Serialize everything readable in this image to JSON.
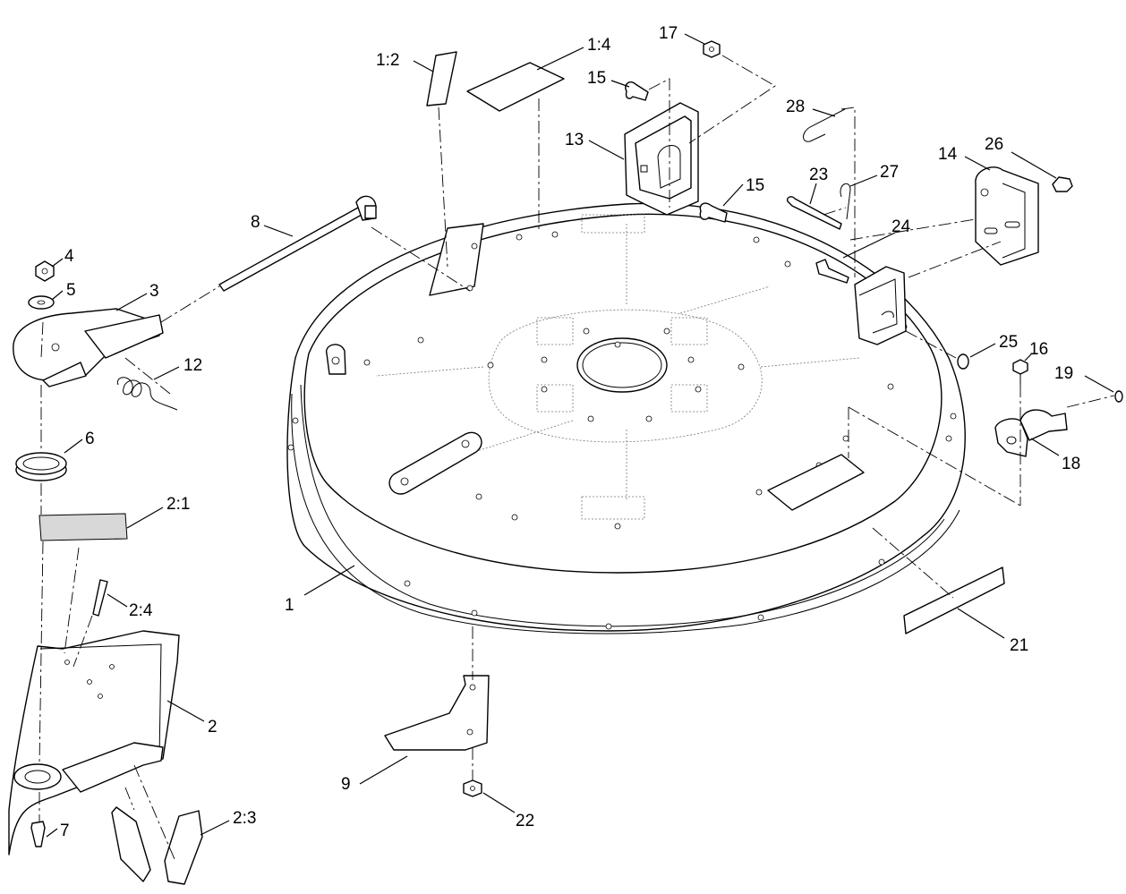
{
  "callouts": [
    {
      "id": "c1",
      "text": "1"
    },
    {
      "id": "c1_2",
      "text": "1:2"
    },
    {
      "id": "c1_4",
      "text": "1:4"
    },
    {
      "id": "c2",
      "text": "2"
    },
    {
      "id": "c2_1",
      "text": "2:1"
    },
    {
      "id": "c2_3",
      "text": "2:3"
    },
    {
      "id": "c2_4",
      "text": "2:4"
    },
    {
      "id": "c3",
      "text": "3"
    },
    {
      "id": "c4",
      "text": "4"
    },
    {
      "id": "c5",
      "text": "5"
    },
    {
      "id": "c6",
      "text": "6"
    },
    {
      "id": "c7",
      "text": "7"
    },
    {
      "id": "c8",
      "text": "8"
    },
    {
      "id": "c9",
      "text": "9"
    },
    {
      "id": "c12",
      "text": "12"
    },
    {
      "id": "c13",
      "text": "13"
    },
    {
      "id": "c14",
      "text": "14"
    },
    {
      "id": "c15a",
      "text": "15"
    },
    {
      "id": "c15b",
      "text": "15"
    },
    {
      "id": "c16",
      "text": "16"
    },
    {
      "id": "c17",
      "text": "17"
    },
    {
      "id": "c18",
      "text": "18"
    },
    {
      "id": "c19",
      "text": "19"
    },
    {
      "id": "c21",
      "text": "21"
    },
    {
      "id": "c22",
      "text": "22"
    },
    {
      "id": "c23",
      "text": "23"
    },
    {
      "id": "c24",
      "text": "24"
    },
    {
      "id": "c25",
      "text": "25"
    },
    {
      "id": "c26",
      "text": "26"
    },
    {
      "id": "c27",
      "text": "27"
    },
    {
      "id": "c28",
      "text": "28"
    }
  ]
}
